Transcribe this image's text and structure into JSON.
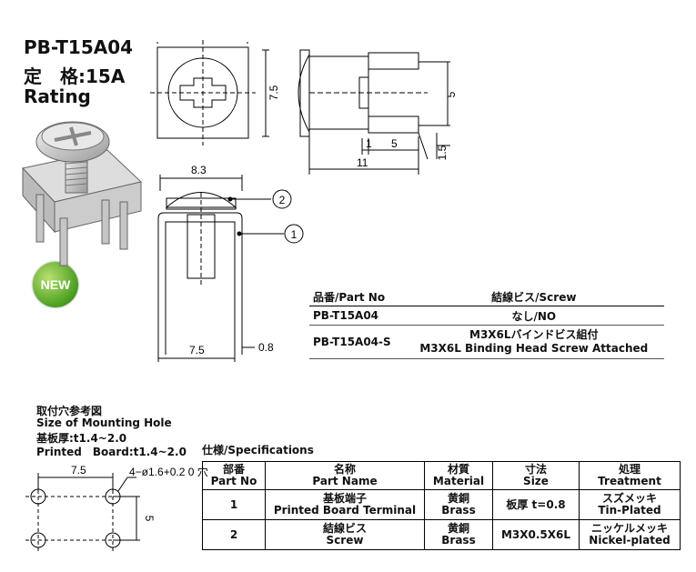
{
  "header": {
    "model": "PB-T15A04",
    "rating_label": "定　格:15A",
    "rating_en": "Rating"
  },
  "badge": {
    "new": "NEW"
  },
  "callouts": {
    "one": "1",
    "two": "2"
  },
  "dimensions": {
    "top_height": "7.5",
    "side_pin_spacing": "5",
    "side_offset_1": "1",
    "side_offset_5": "5",
    "side_width_11": "11",
    "side_height_15": "1.5",
    "front_width": "8.3",
    "front_pin_spacing": "7.5",
    "pin_thickness": "0.8",
    "hole_spacing_x": "7.5",
    "hole_spacing_y": "5",
    "hole_spec": "4−ø1.6+0.2 0 穴"
  },
  "parts_table": {
    "headers": [
      "品番/Part No",
      "結線ビス/Screw"
    ],
    "rows": [
      [
        "PB-T15A04",
        "なし/NO"
      ],
      [
        "PB-T15A04-S",
        "M3X6Lバインドビス組付",
        "M3X6L Binding Head Screw Attached"
      ]
    ]
  },
  "mounting": {
    "title_jp": "取付穴参考図",
    "title_en": "Size of Mounting Hole",
    "board_jp": "基板厚:t1.4~2.0",
    "board_en": "Printed　Board:t1.4~2.0"
  },
  "specs": {
    "title": "仕様/Specifications",
    "headers": [
      [
        "部番",
        "Part No"
      ],
      [
        "名称",
        "Part Name"
      ],
      [
        "材質",
        "Material"
      ],
      [
        "寸法",
        "Size"
      ],
      [
        "処理",
        "Treatment"
      ]
    ],
    "rows": [
      {
        "no": "1",
        "name_jp": "基板端子",
        "name_en": "Printed Board Terminal",
        "mat_jp": "黄銅",
        "mat_en": "Brass",
        "size": "板厚 t=0.8",
        "treat_jp": "スズメッキ",
        "treat_en": "Tin-Plated"
      },
      {
        "no": "2",
        "name_jp": "結線ビス",
        "name_en": "Screw",
        "mat_jp": "黄銅",
        "mat_en": "Brass",
        "size": "M3X0.5X6L",
        "treat_jp": "ニッケルメッキ",
        "treat_en": "Nickel-plated"
      }
    ]
  }
}
